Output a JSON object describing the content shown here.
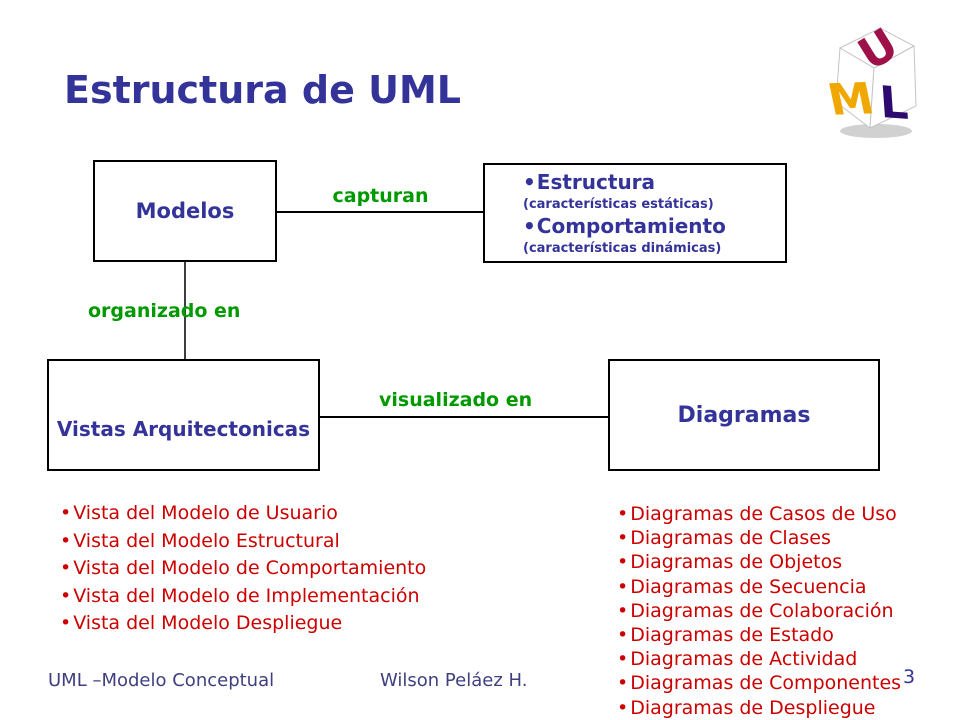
{
  "title": "Estructura de UML",
  "logo": {
    "letter_u": "U",
    "letter_m": "M",
    "letter_l": "L",
    "u_color": "#9e1048",
    "m_color": "#f0a800",
    "l_color": "#2d0a6e"
  },
  "boxes": {
    "modelos": "Modelos",
    "vistas": "Vistas Arquitectonicas",
    "diagramas": "Diagramas",
    "caracteristicas": {
      "items": [
        {
          "title": "Estructura",
          "note": "(características estáticas)"
        },
        {
          "title": "Comportamiento",
          "note": "(características dinámicas)"
        }
      ]
    }
  },
  "connectors": {
    "capturan": "capturan",
    "organizado_en": "organizado en",
    "visualizado_en": "visualizado en"
  },
  "lists": {
    "vistas": [
      "Vista del Modelo de Usuario",
      "Vista del Modelo Estructural",
      "Vista del Modelo de Comportamiento",
      "Vista del Modelo de Implementación",
      "Vista del Modelo Despliegue"
    ],
    "diagramas": [
      "Diagramas de Casos de Uso",
      "Diagramas de Clases",
      "Diagramas de Objetos",
      "Diagramas de Secuencia",
      "Diagramas de Colaboración",
      "Diagramas de Estado",
      "Diagramas de Actividad",
      "Diagramas de Componentes",
      "Diagramas de Despliegue"
    ]
  },
  "footer": {
    "left": "UML –Modelo Conceptual",
    "center": "Wilson Peláez H.",
    "page": "3"
  },
  "colors": {
    "heading_blue": "#333399",
    "relation_green": "#009900",
    "list_red": "#cc0000",
    "footer_blue": "#3f3f7f",
    "line_black": "#000000"
  }
}
